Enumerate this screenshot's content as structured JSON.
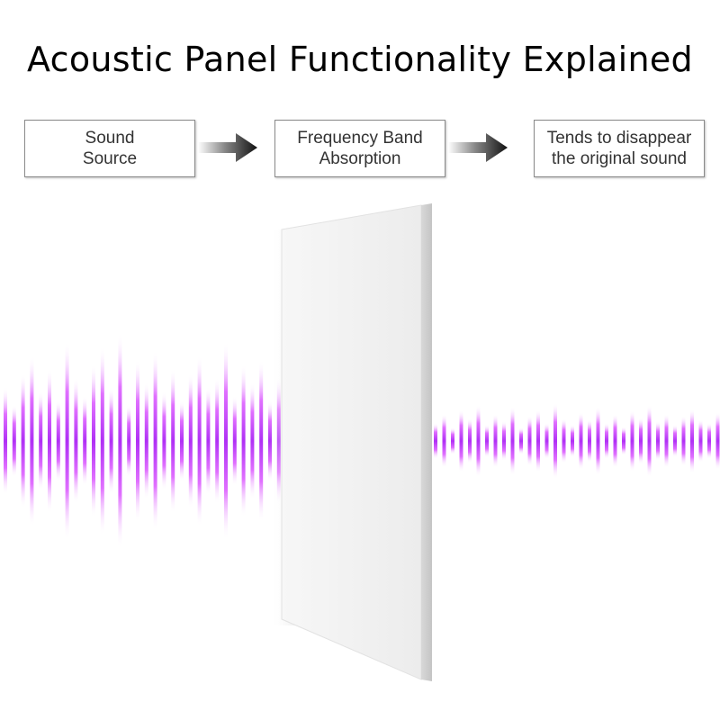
{
  "title": "Acoustic Panel Functionality Explained",
  "steps": [
    {
      "line1": "Sound",
      "line2": "Source"
    },
    {
      "line1": "Frequency Band",
      "line2": "Absorption"
    },
    {
      "line1": "Tends to disappear",
      "line2": "the original sound"
    }
  ],
  "icons": {
    "arrow": "right-arrow-icon"
  },
  "colors": {
    "wave": "#c040ff",
    "wave_glow": "#e070ff",
    "panel": "#f2f2f2"
  }
}
